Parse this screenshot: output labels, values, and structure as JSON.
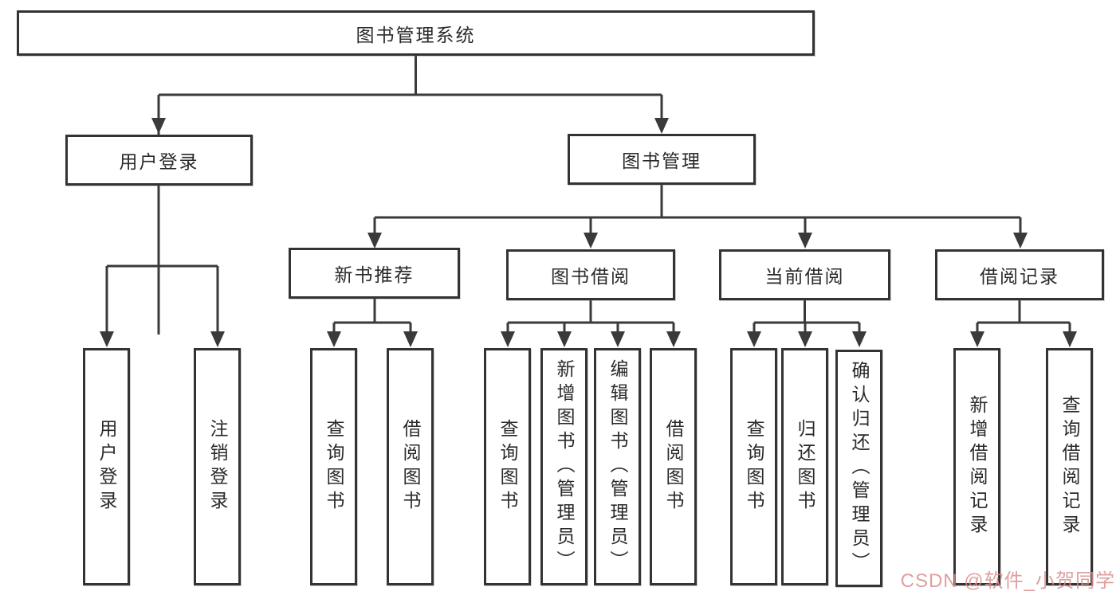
{
  "diagram": {
    "root": "图书管理系统",
    "level2": [
      "用户登录",
      "图书管理"
    ],
    "level3": [
      "新书推荐",
      "图书借阅",
      "当前借阅",
      "借阅记录"
    ],
    "leaves": {
      "login": [
        "用户登录",
        "注销登录"
      ],
      "recommend": [
        "查询图书",
        "借阅图书"
      ],
      "borrow": [
        "查询图书",
        "新增图书（管理员）",
        "编辑图书（管理员）",
        "借阅图书"
      ],
      "current": [
        "查询图书",
        "归还图书",
        "确认归还（管理员）"
      ],
      "records": [
        "新增借阅记录",
        "查询借阅记录"
      ]
    }
  },
  "watermark": "CSDN @软件_小贺同学",
  "colors": {
    "line": "#3a3a3a",
    "box_border": "#333333",
    "text": "#2a2a2a",
    "background": "#ffffff",
    "watermark": "#d98f8f"
  }
}
